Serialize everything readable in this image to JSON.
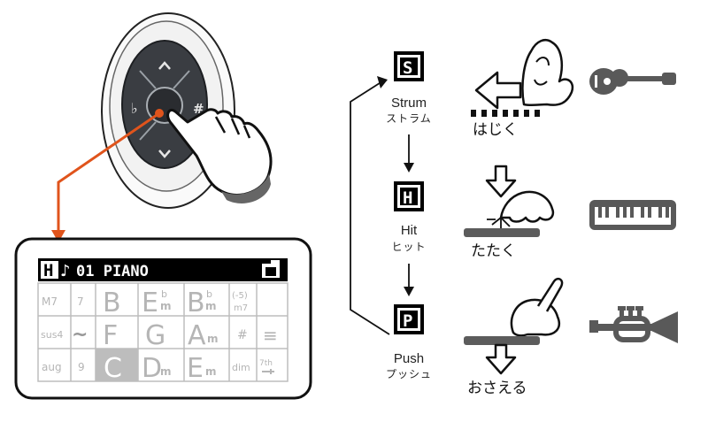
{
  "controller": {
    "up_symbol": "^",
    "down_symbol": "v",
    "flat_symbol": "♭",
    "sharp_symbol": "#"
  },
  "screen": {
    "mode_glyph": "H",
    "note_glyph": "♪",
    "preset_text": "01 PIANO",
    "grid": [
      [
        "M7",
        "7",
        "B",
        "E",
        "B",
        "(-5)",
        ""
      ],
      [
        "sus4",
        "~",
        "F",
        "G",
        "A",
        "#",
        "≡"
      ],
      [
        "aug",
        "9",
        "C",
        "D",
        "E",
        "dim",
        "7th"
      ]
    ],
    "grid_subs": {
      "E_b": "b",
      "E_m": "m",
      "B_b": "b",
      "B_m": "m",
      "m7": "m7",
      "A_m": "m",
      "D_m": "m",
      "E2_m": "m"
    },
    "selected_cell": "C"
  },
  "modes": [
    {
      "glyph": "S",
      "label_en": "Strum",
      "label_ja": "ストラム",
      "action_ja": "はじく",
      "instrument_icon": "guitar-icon"
    },
    {
      "glyph": "H",
      "label_en": "Hit",
      "label_ja": "ヒット",
      "action_ja": "たたく",
      "instrument_icon": "keyboard-icon"
    },
    {
      "glyph": "P",
      "label_en": "Push",
      "label_ja": "プッシュ",
      "action_ja": "おさえる",
      "instrument_icon": "trumpet-icon"
    }
  ],
  "colors": {
    "accent": "#e0541c",
    "ink": "#111111",
    "icon_gray": "#595959",
    "grid_gray": "#bdbdbd",
    "controller_dark": "#3a3d42"
  }
}
